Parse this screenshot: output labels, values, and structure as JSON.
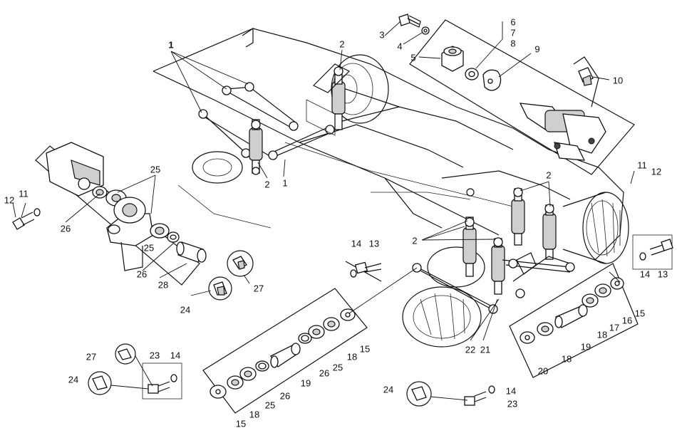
{
  "labels": {
    "n1": "1",
    "n2": "2",
    "n3": "3",
    "n4": "4",
    "n5": "5",
    "n6": "6",
    "n7": "7",
    "n8": "8",
    "n9": "9",
    "n10": "10",
    "n11": "11",
    "n12": "12",
    "n13": "13",
    "n14": "14",
    "n15": "15",
    "n16": "16",
    "n17": "17",
    "n18": "18",
    "n19": "19",
    "n20": "20",
    "n21": "21",
    "n22": "22",
    "n23": "23",
    "n24": "24",
    "n25": "25",
    "n26": "26",
    "n27": "27",
    "n28": "28"
  },
  "colors": {
    "line": "#111111",
    "background": "#ffffff",
    "shade": "#cfcfcf"
  }
}
